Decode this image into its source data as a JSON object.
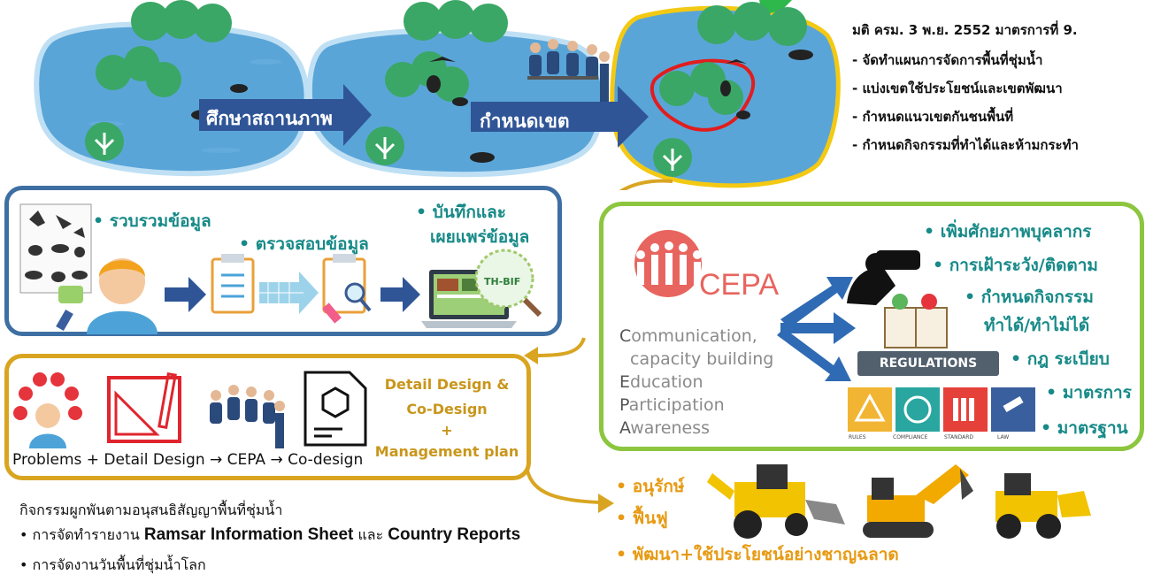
{
  "top": {
    "step1_label": "ศึกษาสถานภาพ",
    "step2_label": "กำหนดเขต",
    "resolution": {
      "title": "มติ ครม. 3 พ.ย. 2552 มาตรการที่ 9.",
      "items": [
        "- จัดทำแผนการจัดการพื้นที่ชุ่มน้ำ",
        "- แบ่งเขตใช้ประโยชน์และเขตพัฒนา",
        "- กำหนดแนวเขตกันชนพื้นที่",
        "- กำหนดกิจกรรมที่ทำได้และห้ามกระทำ"
      ]
    }
  },
  "data_box": {
    "collect": "• รวบรวมข้อมูล",
    "verify": "• ตรวจสอบข้อมูล",
    "record_line1": "• บันทึกและ",
    "record_line2": "เผยแพร่ข้อมูล",
    "badge": "TH-BIF"
  },
  "cepa": {
    "logo_text": "CEPA",
    "words": [
      {
        "cap": "C",
        "rest": "ommunication,"
      },
      {
        "cap": "",
        "rest": "capacity building"
      },
      {
        "cap": "E",
        "rest": "ducation"
      },
      {
        "cap": "P",
        "rest": "articipation"
      },
      {
        "cap": "A",
        "rest": "wareness"
      }
    ],
    "items": [
      "• เพิ่มศักยภาพบุคลากร",
      "• การเฝ้าระวัง/ติดตาม",
      "• กำหนดกิจกรรม",
      "ทำได้/ทำไม่ได้",
      "• กฎ ระเบียบ",
      "• มาตรการ",
      "• มาตรฐาน"
    ],
    "regulations_banner": "REGULATIONS",
    "reg_icon_labels": [
      "RULES",
      "COMPLIANCE",
      "STANDARD",
      "LAW"
    ]
  },
  "design_box": {
    "title_line1": "Detail Design &",
    "title_line2": "Co-Design",
    "title_line3": "+",
    "title_line4": "Management plan",
    "flow": "Problems + Detail Design → CEPA → Co-design"
  },
  "obligations": {
    "heading": "กิจกรรมผูกพันตามอนุสนธิสัญญาพื้นที่ชุ่มน้ำ",
    "line1_a": "• การจัดทำรายงาน ",
    "line1_b": "Ramsar Information Sheet",
    "line1_c": " และ ",
    "line1_d": "Country Reports",
    "line2": "• การจัดงานวันพื้นที่ชุ่มน้ำโลก"
  },
  "actions": {
    "items": [
      "• อนุรักษ์",
      "• ฟื้นฟู",
      "• พัฒนา+ใช้ประโยชน์อย่างชาญฉลาด"
    ]
  },
  "colors": {
    "water": "#5aa5d8",
    "arrow": "#2f5597",
    "teal": "#178a88",
    "gold": "#d9a521",
    "green": "#8cc63f",
    "orange": "#e79a12",
    "cepa_red": "#e8655f"
  }
}
